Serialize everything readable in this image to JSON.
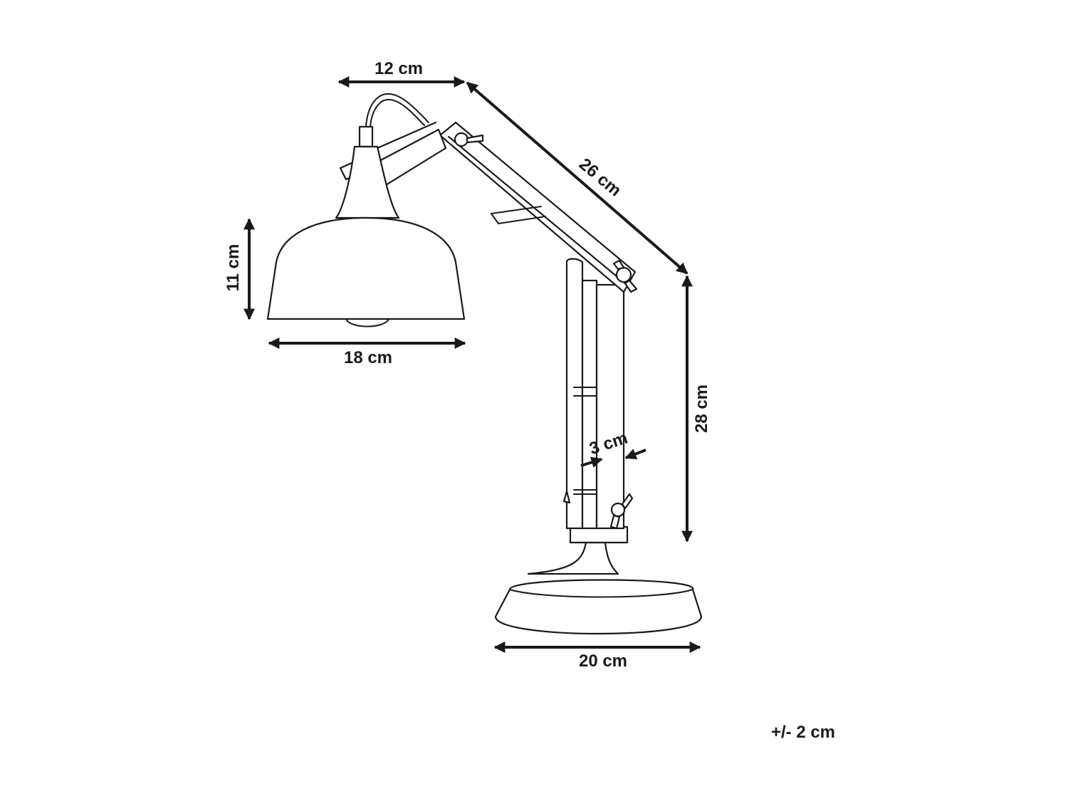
{
  "dimensions": {
    "shade_top_width": "12 cm",
    "arm_length": "26 cm",
    "shade_height": "11 cm",
    "shade_width": "18 cm",
    "stand_height": "28 cm",
    "post_width": "3 cm",
    "base_width": "20 cm"
  },
  "tolerance": "+/- 2 cm",
  "colors": {
    "line": "#1a1a1a",
    "background": "#ffffff"
  }
}
